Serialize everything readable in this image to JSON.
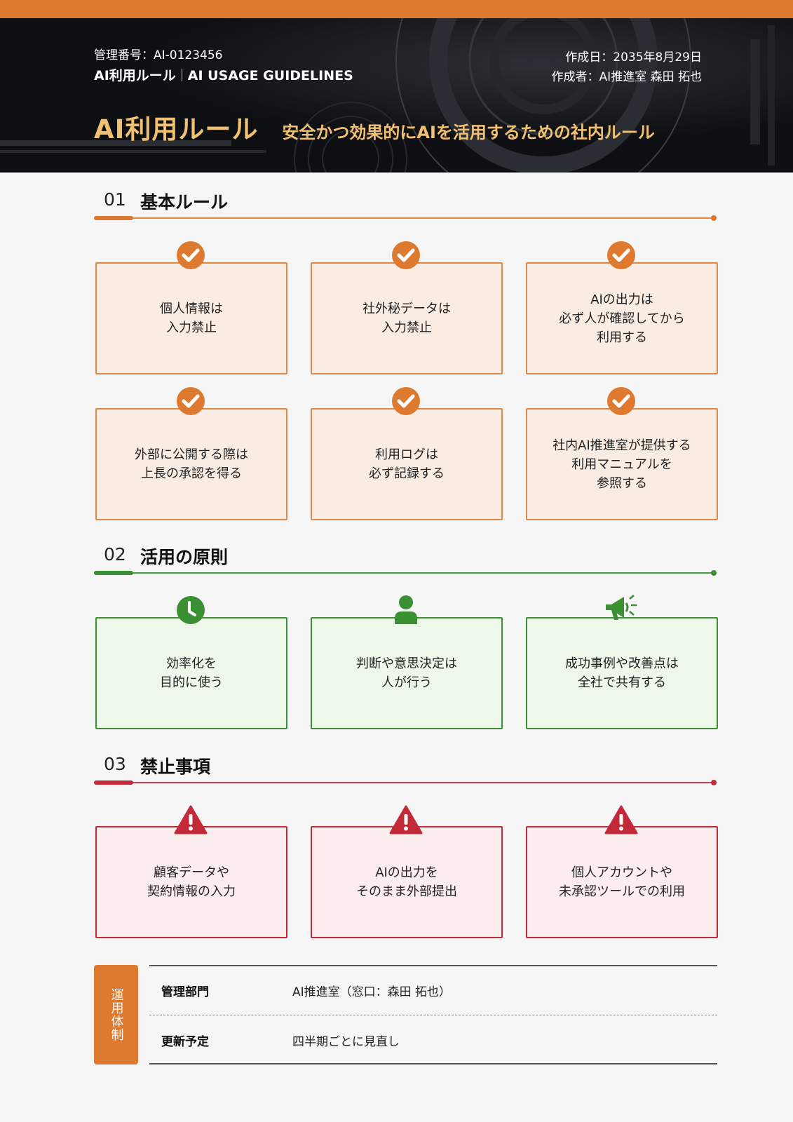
{
  "header": {
    "management_no": "管理番号：AI-0123456",
    "title_ja": "AI利用ルール",
    "title_en": "AI USAGE GUIDELINES",
    "created_date": "作成日：2035年8月29日",
    "author": "作成者：AI推進室 森田 拓也",
    "big_title": "AI利用ルール",
    "subtitle": "安全かつ効果的にAIを活用するための社内ルール"
  },
  "colors": {
    "accent_orange": "#de7a30",
    "green": "#3a9033",
    "red": "#c22a3a",
    "gold": "#f2c071"
  },
  "sections": [
    {
      "number": "01",
      "title": "基本ルール",
      "icon": "check-circle-icon",
      "cards": [
        {
          "text": "個人情報は\n入力禁止"
        },
        {
          "text": "社外秘データは\n入力禁止"
        },
        {
          "text": "AIの出力は\n必ず人が確認してから\n利用する"
        },
        {
          "text": "外部に公開する際は\n上長の承認を得る"
        },
        {
          "text": "利用ログは\n必ず記録する"
        },
        {
          "text": "社内AI推進室が提供する\n利用マニュアルを\n参照する"
        }
      ]
    },
    {
      "number": "02",
      "title": "活用の原則",
      "cards": [
        {
          "text": "効率化を\n目的に使う",
          "icon": "clock-icon"
        },
        {
          "text": "判断や意思決定は\n人が行う",
          "icon": "person-icon"
        },
        {
          "text": "成功事例や改善点は\n全社で共有する",
          "icon": "megaphone-icon"
        }
      ]
    },
    {
      "number": "03",
      "title": "禁止事項",
      "icon": "warning-icon",
      "cards": [
        {
          "text": "顧客データや\n契約情報の入力"
        },
        {
          "text": "AIの出力を\nそのまま外部提出"
        },
        {
          "text": "個人アカウントや\n未承認ツールでの利用"
        }
      ]
    }
  ],
  "footer": {
    "badge": "運用体制",
    "rows": [
      {
        "key": "管理部門",
        "value": "AI推進室（窓口：森田 拓也）"
      },
      {
        "key": "更新予定",
        "value": "四半期ごとに見直し"
      }
    ]
  }
}
